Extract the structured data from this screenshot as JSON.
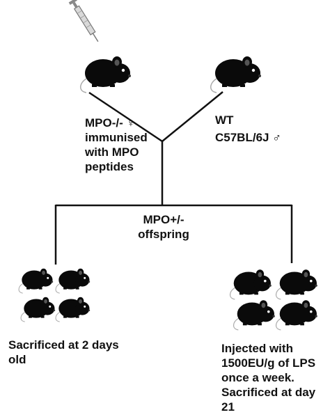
{
  "mother": {
    "lines": [
      "MPO-/- ♀",
      "immunised",
      "with MPO",
      "peptides"
    ],
    "animal": "black mouse",
    "treatment_icon": "syringe-icon"
  },
  "father": {
    "lines": [
      "WT",
      "C57BL/6J ♂"
    ],
    "animal": "black mouse"
  },
  "offspring": {
    "lines": [
      "MPO+/-",
      "offspring"
    ]
  },
  "group_left": {
    "lines": [
      "Sacrificed at 2 days",
      "old"
    ],
    "mice_count": 4
  },
  "group_right": {
    "lines": [
      "Injected with",
      "1500EU/g of LPS",
      "once a week.",
      "Sacrificed at day",
      "21"
    ],
    "mice_count": 4
  },
  "colors": {
    "line": "#111111",
    "mouse": "#0a0a0a",
    "syringe": "#888888"
  }
}
